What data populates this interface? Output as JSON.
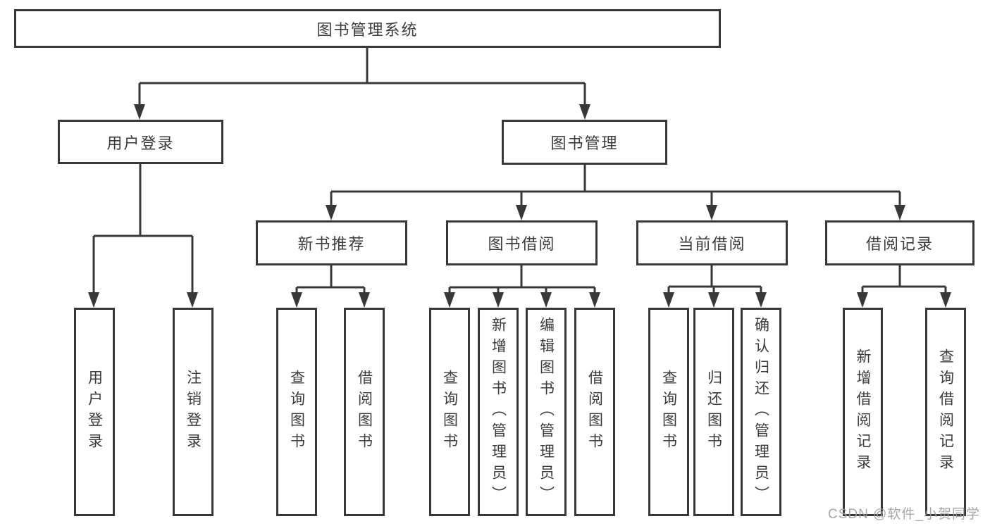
{
  "colors": {
    "line": "#383838",
    "box_border": "#383838",
    "text": "#3a3a3a",
    "watermark": "#9e9e9e",
    "background": "#ffffff"
  },
  "tree": {
    "label": "图书管理系统",
    "children": [
      {
        "label": "用户登录",
        "children": [
          {
            "label": "用户登录"
          },
          {
            "label": "注销登录"
          }
        ]
      },
      {
        "label": "图书管理",
        "children": [
          {
            "label": "新书推荐",
            "children": [
              {
                "label": "查询图书"
              },
              {
                "label": "借阅图书"
              }
            ]
          },
          {
            "label": "图书借阅",
            "children": [
              {
                "label": "查询图书"
              },
              {
                "label": "新增图书（管理员）"
              },
              {
                "label": "编辑图书（管理员）"
              },
              {
                "label": "借阅图书"
              }
            ]
          },
          {
            "label": "当前借阅",
            "children": [
              {
                "label": "查询图书"
              },
              {
                "label": "归还图书"
              },
              {
                "label": "确认归还（管理员）"
              }
            ]
          },
          {
            "label": "借阅记录",
            "children": [
              {
                "label": "新增借阅记录"
              },
              {
                "label": "查询借阅记录"
              }
            ]
          }
        ]
      }
    ]
  },
  "watermark": {
    "text": "CSDN @软件_小贺同学"
  }
}
